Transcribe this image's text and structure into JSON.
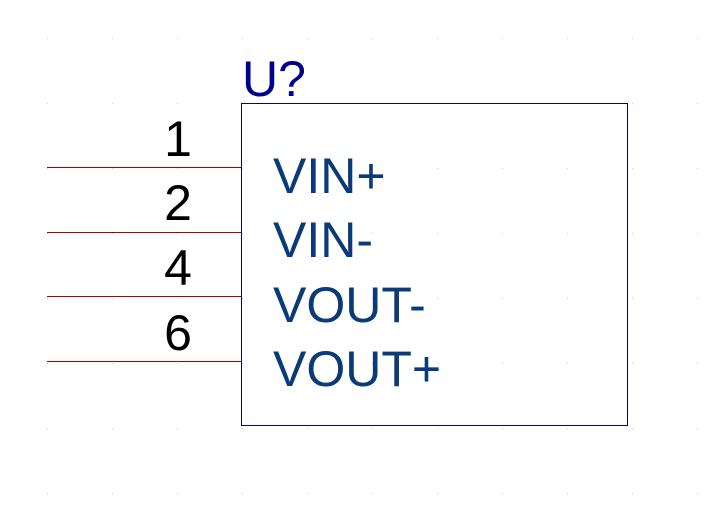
{
  "component": {
    "reference": "U?",
    "colors": {
      "body_stroke": "#0000a8",
      "reference_text": "#00008b",
      "pin_line": "#a80000",
      "pin_number_text": "#000000",
      "pin_name_text": "#0a3a78",
      "grid_dot": "#c8c8c8",
      "background": "#ffffff"
    },
    "pins": [
      {
        "number": "1",
        "name": "VIN+"
      },
      {
        "number": "2",
        "name": "VIN-"
      },
      {
        "number": "4",
        "name": "VOUT-"
      },
      {
        "number": "6",
        "name": "VOUT+"
      }
    ]
  }
}
